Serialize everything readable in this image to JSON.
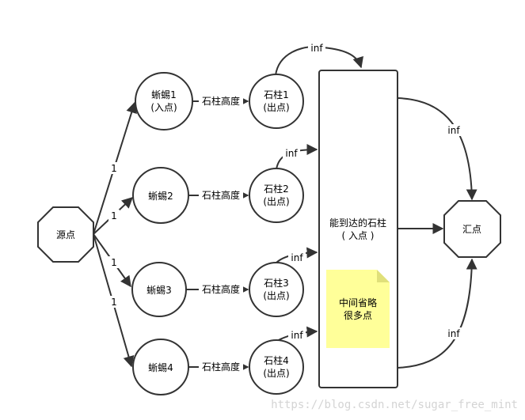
{
  "nodes": {
    "source": "源点",
    "sink": "汇点",
    "lizard1": [
      "蜥蜴1",
      "(入点)"
    ],
    "lizard2": "蜥蜴2",
    "lizard3": "蜥蜴3",
    "lizard4": "蜥蜴4",
    "pillar1": [
      "石柱1",
      "(出点)"
    ],
    "pillar2": [
      "石柱2",
      "(出点)"
    ],
    "pillar3": [
      "石柱3",
      "(出点)"
    ],
    "pillar4": [
      "石柱4",
      "(出点)"
    ],
    "reachable": [
      "能到达的石柱",
      "( 入点 )"
    ]
  },
  "note": [
    "中间省略",
    "很多点"
  ],
  "edge_labels": {
    "source_lizard": [
      "1",
      "1",
      "1",
      "1"
    ],
    "pillar_height": "石柱高度",
    "inf": "inf"
  },
  "watermark": "https://blog.csdn.net/sugar_free_mint",
  "colors": {
    "note_fill": "#ffff99",
    "note_fold": "#e0e07a",
    "stroke": "#333333"
  }
}
